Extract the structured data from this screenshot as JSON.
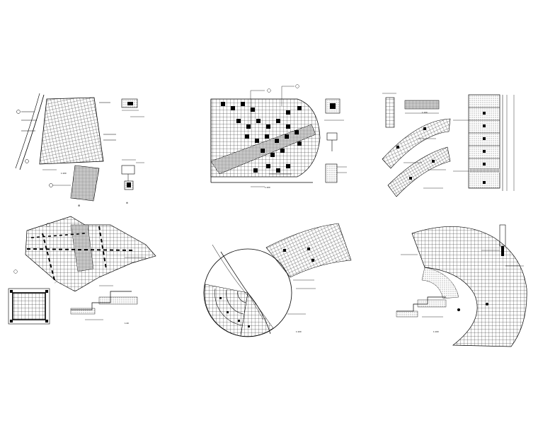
{
  "panels": [
    {
      "id": "p1",
      "scale_label": "1:100"
    },
    {
      "id": "p2",
      "scale_label": "1:100"
    },
    {
      "id": "p3",
      "scale_label": "1:100"
    },
    {
      "id": "p4",
      "scale_label": "1:20"
    },
    {
      "id": "p5",
      "scale_label": "1:100"
    },
    {
      "id": "p6",
      "scale_label": "1:100"
    }
  ]
}
